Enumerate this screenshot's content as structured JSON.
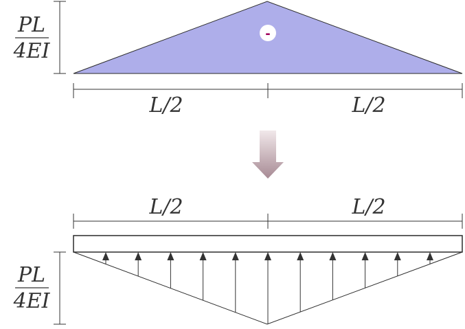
{
  "top_diagram": {
    "moment_label": {
      "numerator": "PL",
      "denominator": "4EI"
    },
    "sign": "-",
    "spans": [
      "L/2",
      "L/2"
    ],
    "fill_color": "#aeaeea"
  },
  "arrow": {
    "icon": "down-arrow-icon"
  },
  "bottom_diagram": {
    "spans": [
      "L/2",
      "L/2"
    ],
    "load_label": {
      "numerator": "PL",
      "denominator": "4EI"
    },
    "arrow_count": 11
  }
}
